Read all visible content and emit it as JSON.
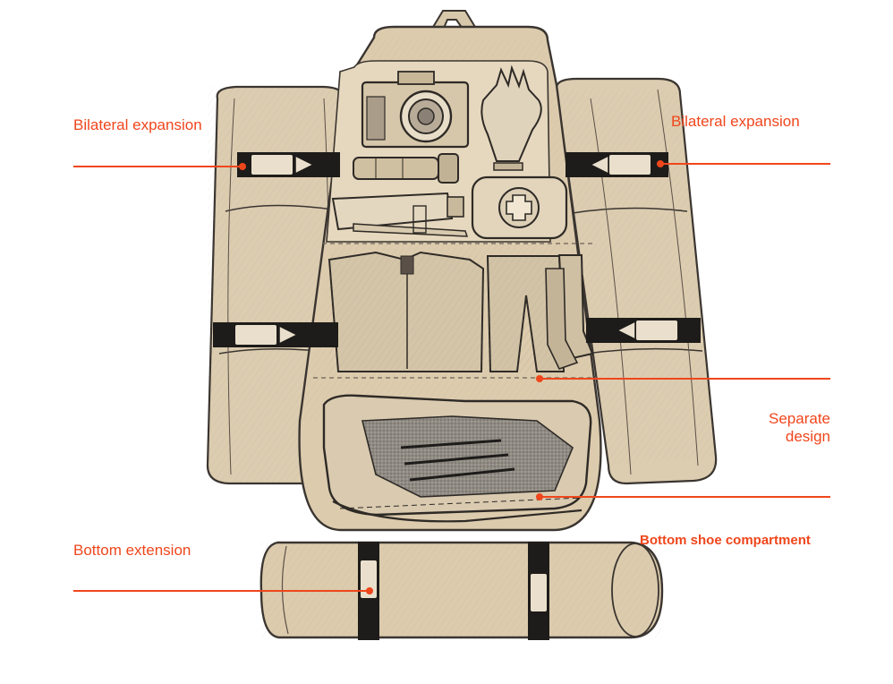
{
  "colors": {
    "accent": "#f0461c",
    "bag_fill": "#dcccb0",
    "bag_fill_dark": "#cdbb9c",
    "outline": "#3a3530",
    "strap": "#1e1c1a"
  },
  "callouts": {
    "bilateral_left": "Bilateral expansion",
    "bilateral_right": "Bilateral expansion",
    "separate_design": "Separate design",
    "bottom_extension": "Bottom extension",
    "bottom_shoe": "Bottom shoe compartment"
  },
  "icons": [
    "camera-icon",
    "glove-icon",
    "flashlight-icon",
    "toothpaste-icon",
    "toothbrush-icon",
    "first-aid-kit-icon",
    "jacket-icon",
    "pants-icon",
    "sock-icon",
    "shoe-icon",
    "buckle-icon"
  ]
}
